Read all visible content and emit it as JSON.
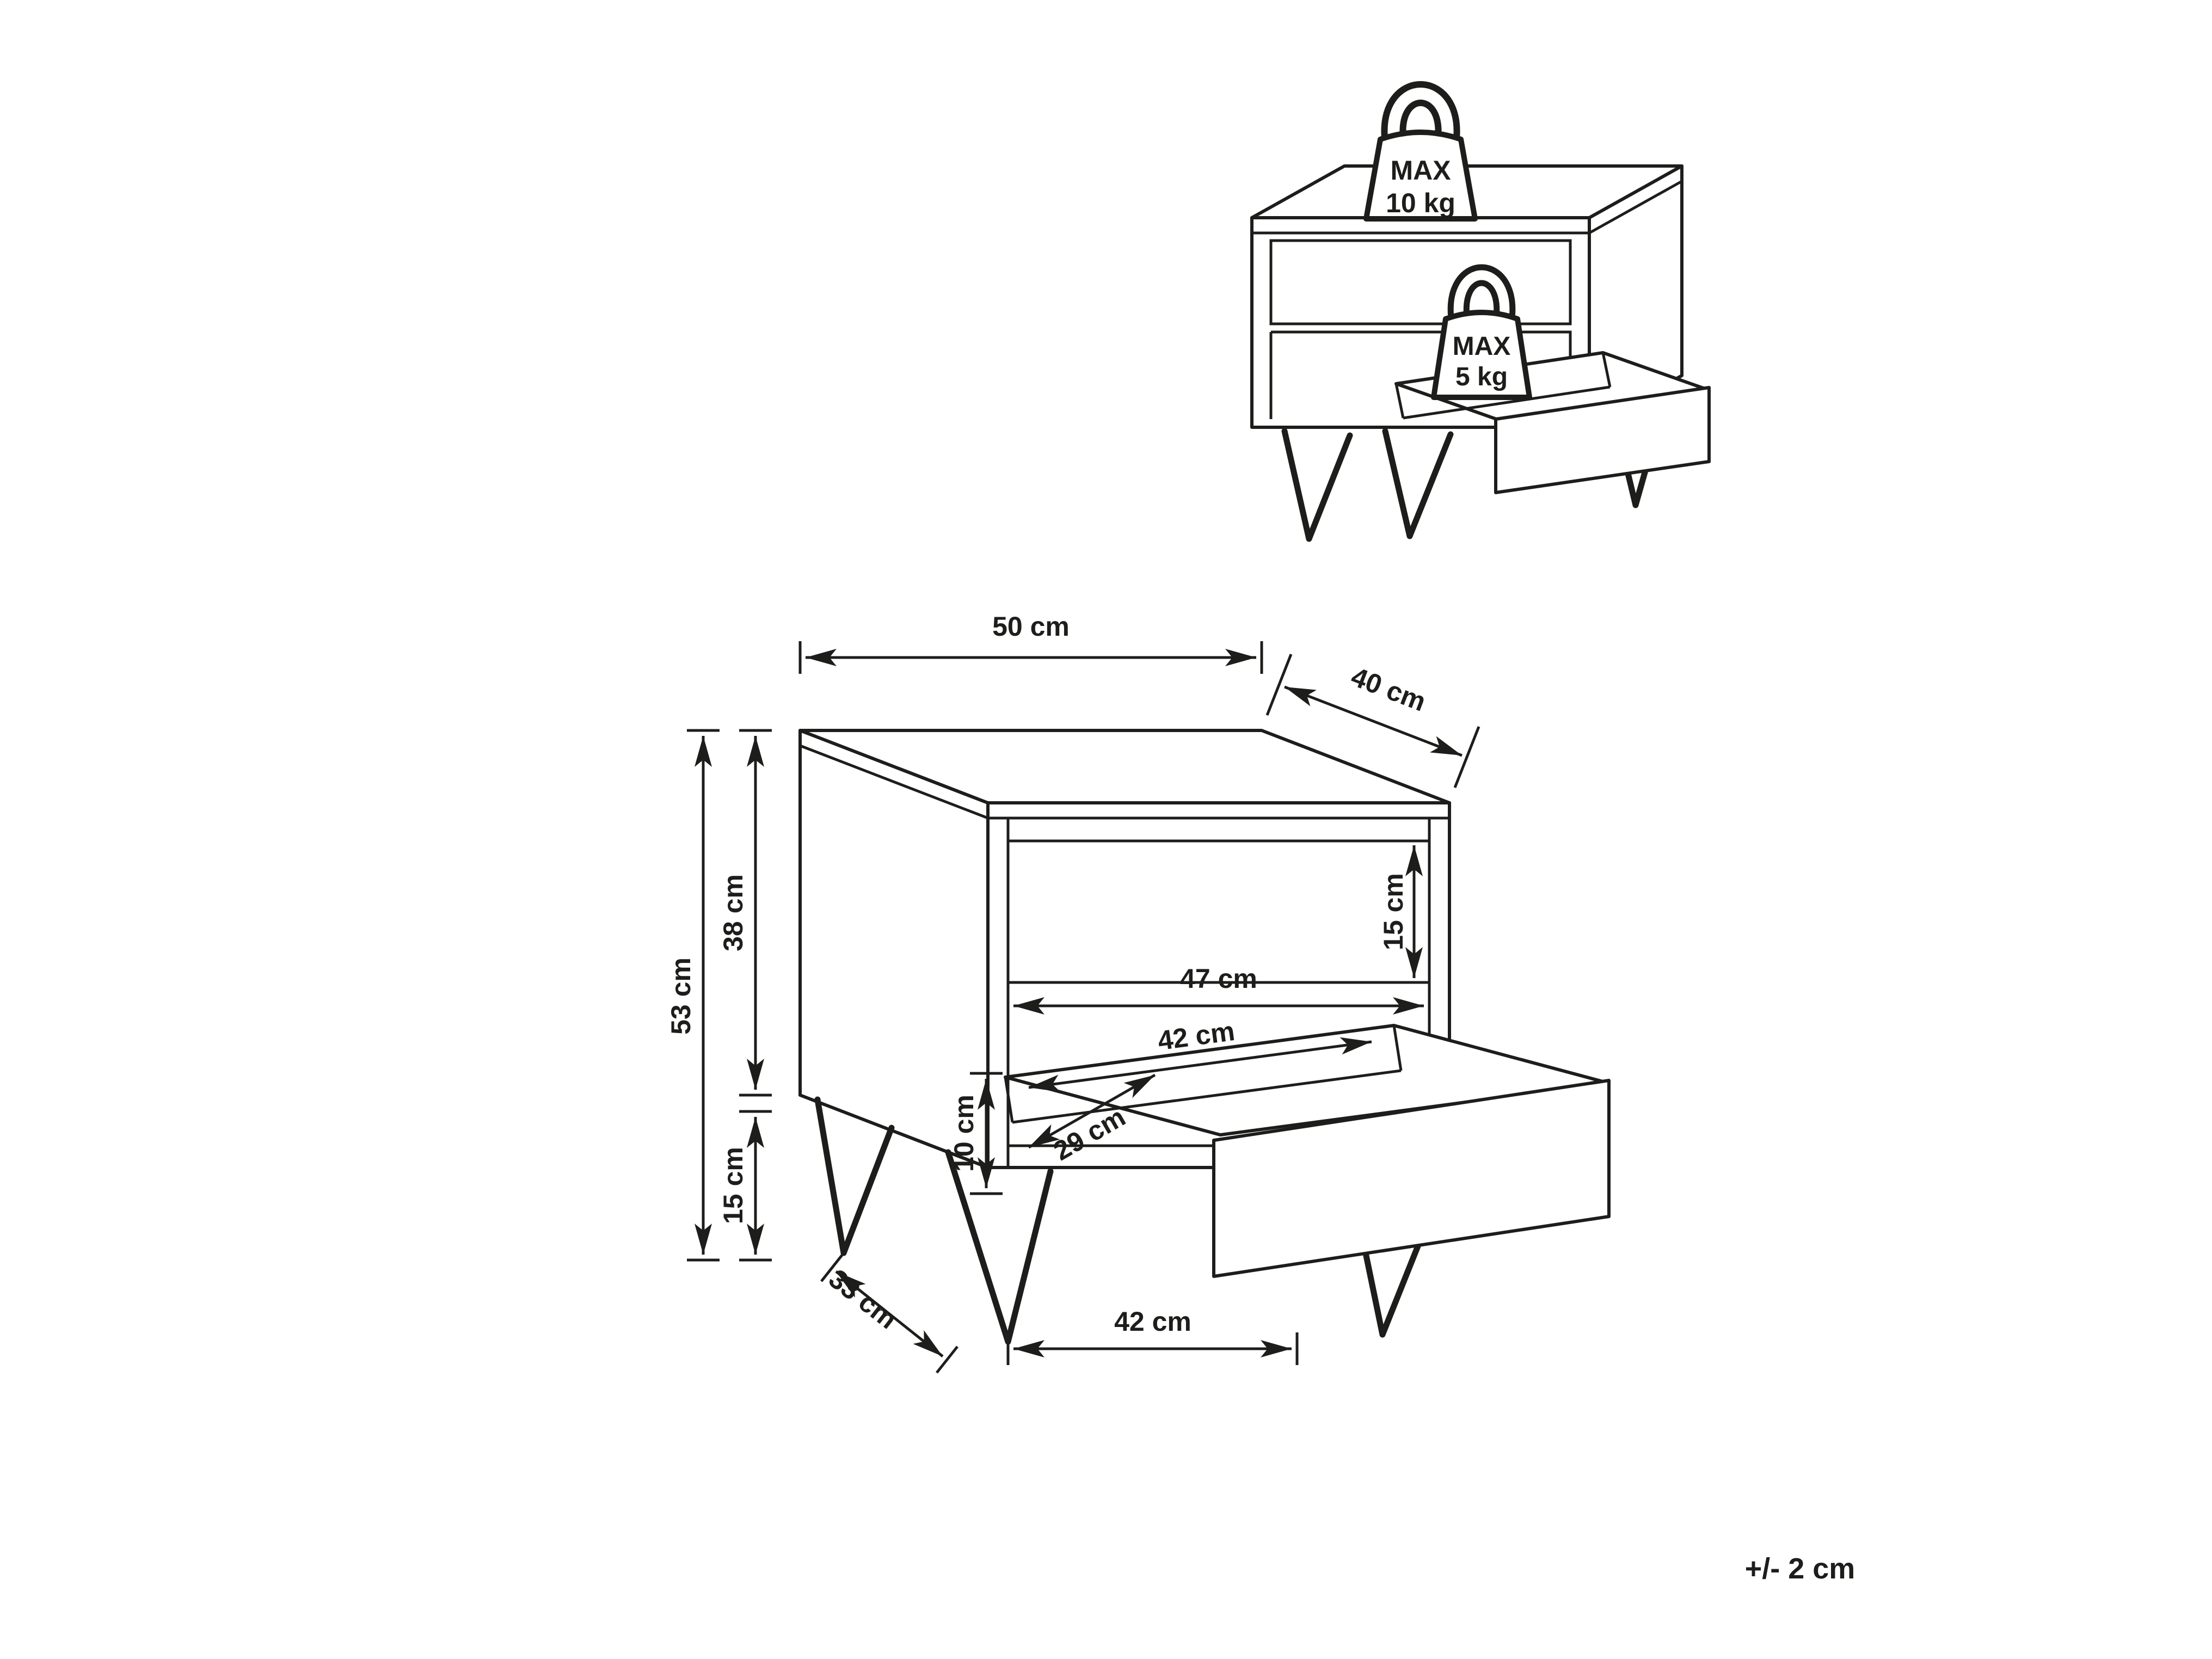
{
  "page": {
    "background": "#ffffff",
    "line_color": "#1d1d1b"
  },
  "load_limits": {
    "top": {
      "label": "MAX",
      "value": "10 kg"
    },
    "drawer": {
      "label": "MAX",
      "value": "5 kg"
    }
  },
  "dimensions": {
    "width_top": "50 cm",
    "depth_top": "40 cm",
    "total_height": "53 cm",
    "body_height": "38 cm",
    "leg_height": "15 cm",
    "drawer_front_height": "15 cm",
    "inner_width": "47 cm",
    "drawer_inner_width": "42 cm",
    "bottom_clearance": "10 cm",
    "drawer_inner_depth": "29 cm",
    "leg_depth": "33 cm",
    "feet_span": "42 cm"
  },
  "tolerance_note": "+/- 2 cm"
}
